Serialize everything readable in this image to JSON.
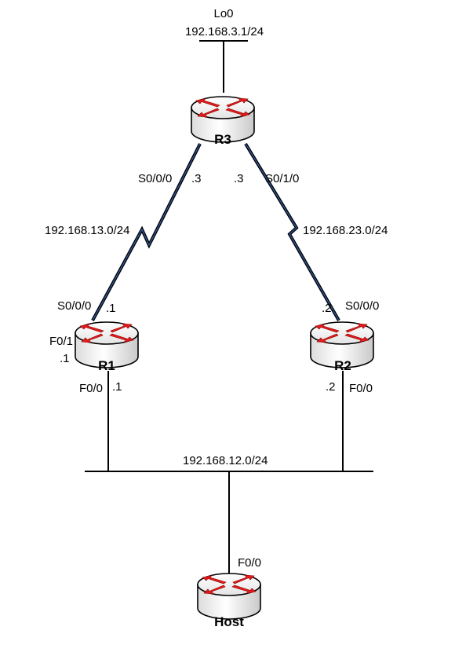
{
  "loopback": {
    "name": "Lo0",
    "address": "192.168.3.1/24"
  },
  "routers": {
    "r3": {
      "name": "R3"
    },
    "r1": {
      "name": "R1"
    },
    "r2": {
      "name": "R2"
    },
    "host": {
      "name": "Host"
    }
  },
  "links": {
    "r3_r1": {
      "network": "192.168.13.0/24",
      "r3_if": "S0/0/0",
      "r3_host": ".3",
      "r1_if": "S0/0/0",
      "r1_host": ".1"
    },
    "r3_r2": {
      "network": "192.168.23.0/24",
      "r3_if": "S0/1/0",
      "r3_host": ".3",
      "r2_if": "S0/0/0",
      "r2_host": ".2"
    },
    "lan": {
      "network": "192.168.12.0/24",
      "r1_if_a": "F0/1",
      "r1_host_a": ".1",
      "r1_if_b": "F0/0",
      "r1_host_b": ".1",
      "r2_if": "F0/0",
      "r2_host": ".2",
      "host_if": "F0/0"
    }
  },
  "colors": {
    "serial_link": "#2f5597",
    "router_arrow": "#e31b1b",
    "line": "#000000"
  },
  "icons": {
    "router": "router-icon"
  }
}
